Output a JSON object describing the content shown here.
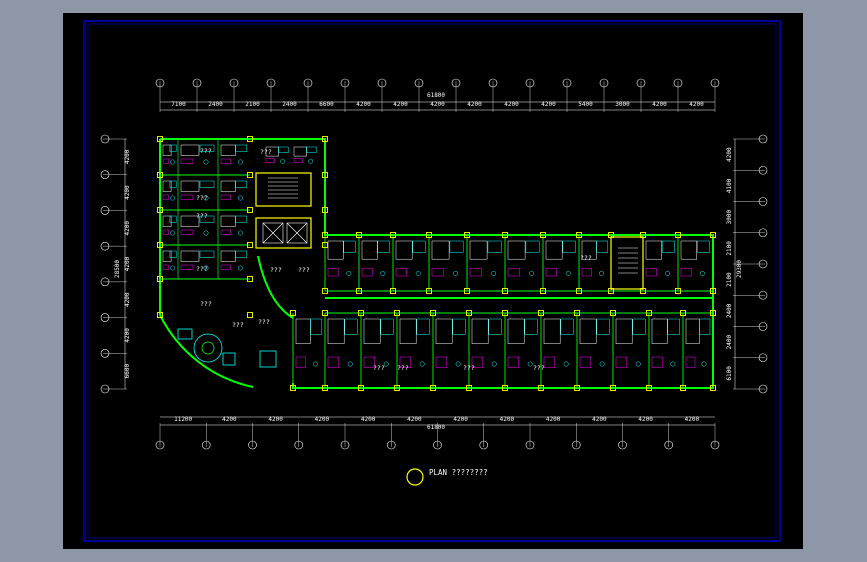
{
  "drawing": {
    "top_dims": [
      "7100",
      "2400",
      "2100",
      "2400",
      "6600",
      "4200",
      "4200",
      "4200",
      "4200",
      "4200",
      "4200",
      "5400",
      "3000",
      "4200",
      "4200"
    ],
    "top_total": "61800",
    "bottom_dims": [
      "11200",
      "4200",
      "4200",
      "4200",
      "4200",
      "4200",
      "4200",
      "4200",
      "4200",
      "4200",
      "4200",
      "4200"
    ],
    "bottom_total": "61800",
    "left_dims": [
      "4200",
      "4200",
      "4200",
      "4200",
      "4200",
      "4200",
      "6600"
    ],
    "left_total": "28500",
    "right_dims": [
      "4200",
      "4100",
      "3000",
      "2100",
      "2100",
      "2400",
      "2400",
      "6100"
    ],
    "right_total": "29300",
    "room_labels": [
      "???",
      "???",
      "???",
      "???",
      "???",
      "???",
      "???",
      "???",
      "???",
      "???",
      "???",
      "???",
      "???",
      "???",
      "???"
    ],
    "caption": "PLAN ????????"
  },
  "colors": {
    "sheet_bg": "#000000",
    "outer_bg": "#8d97a8",
    "frame": "#0000ff",
    "wall": "#00ff00",
    "column": "#ffff00",
    "furniture": "#00ffff",
    "room": "#ff00ff"
  }
}
